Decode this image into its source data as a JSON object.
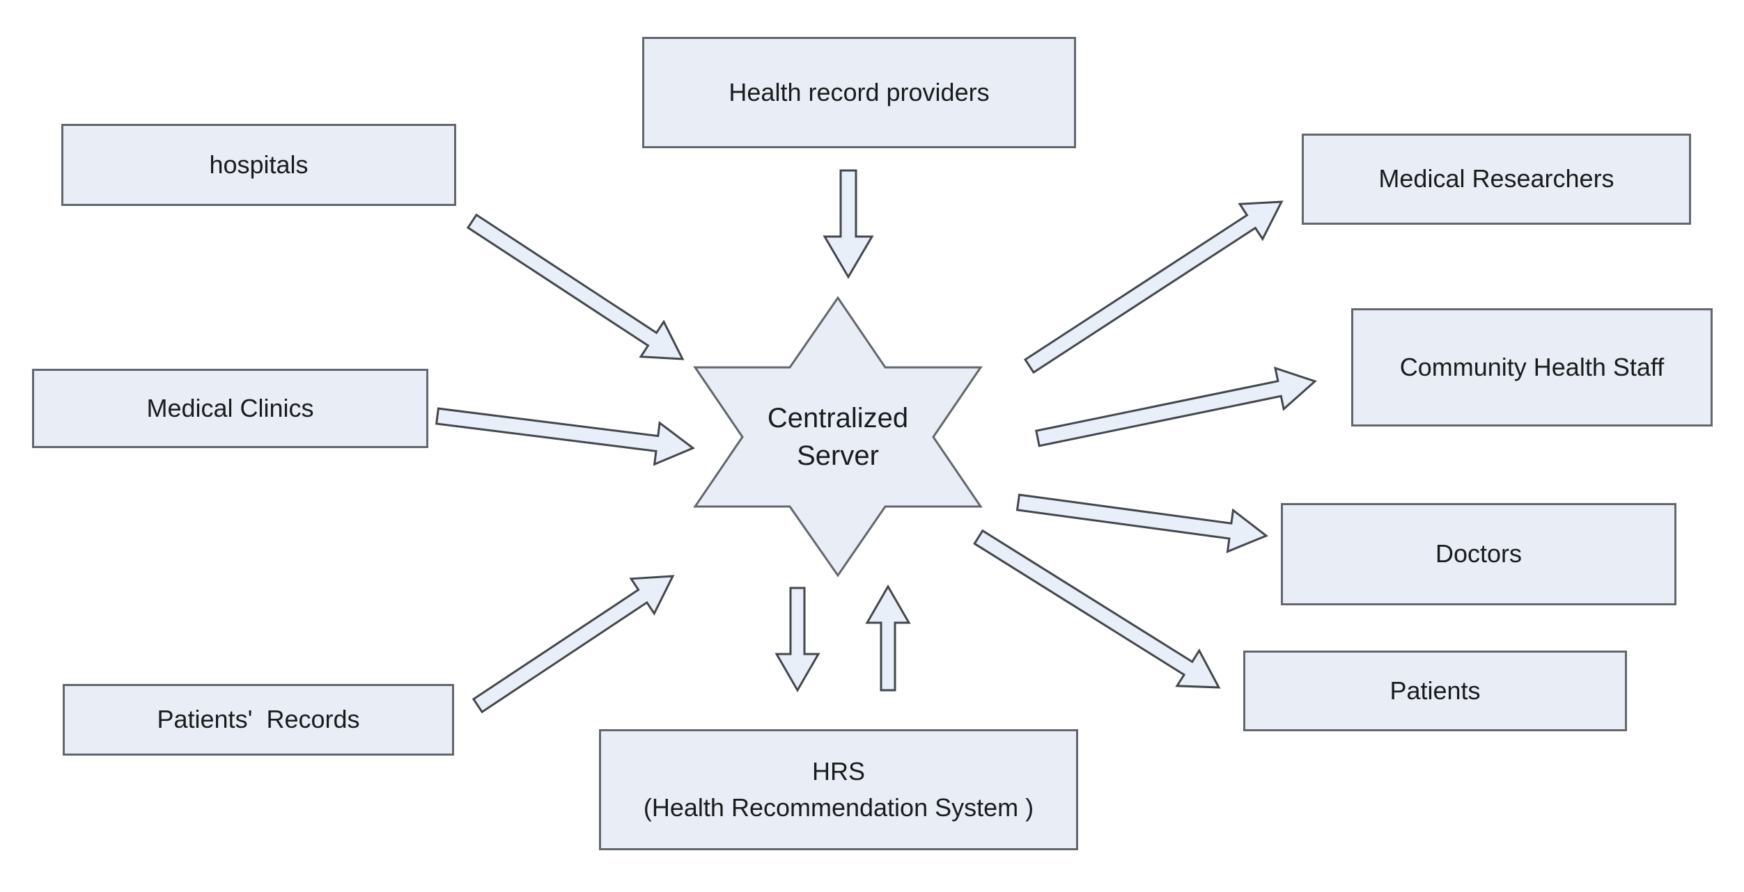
{
  "diagram": {
    "colors": {
      "node_fill": "#e8edf6",
      "node_border": "#62676d",
      "arrow_fill": "#e9eff9",
      "arrow_outline": "#43474c",
      "text": "#1a1b1d",
      "background": "#ffffff"
    },
    "nodes": {
      "hospitals": {
        "label": "hospitals"
      },
      "medical_clinics": {
        "label": "Medical Clinics"
      },
      "patients_records": {
        "label": "Patients'  Records"
      },
      "health_record_providers": {
        "label": "Health record providers"
      },
      "centralized_server": {
        "line1": "Centralized",
        "line2": "Server"
      },
      "hrs": {
        "line1": "HRS",
        "line2": "(Health Recommendation System )"
      },
      "medical_researchers": {
        "label": "Medical Researchers"
      },
      "community_health_staff": {
        "label": "Community Health Staff"
      },
      "doctors": {
        "label": "Doctors"
      },
      "patients": {
        "label": "Patients"
      }
    },
    "flows": [
      {
        "from": "Health record providers",
        "to": "Centralized Server"
      },
      {
        "from": "hospitals",
        "to": "Centralized Server"
      },
      {
        "from": "Medical Clinics",
        "to": "Centralized Server"
      },
      {
        "from": "Patients'  Records",
        "to": "Centralized Server"
      },
      {
        "from": "Centralized Server",
        "to": "Medical Researchers"
      },
      {
        "from": "Centralized Server",
        "to": "Community Health Staff"
      },
      {
        "from": "Centralized Server",
        "to": "Doctors"
      },
      {
        "from": "Centralized Server",
        "to": "Patients"
      },
      {
        "from": "Centralized Server",
        "to": "HRS (Health Recommendation System )",
        "bidirectional": true
      }
    ]
  }
}
